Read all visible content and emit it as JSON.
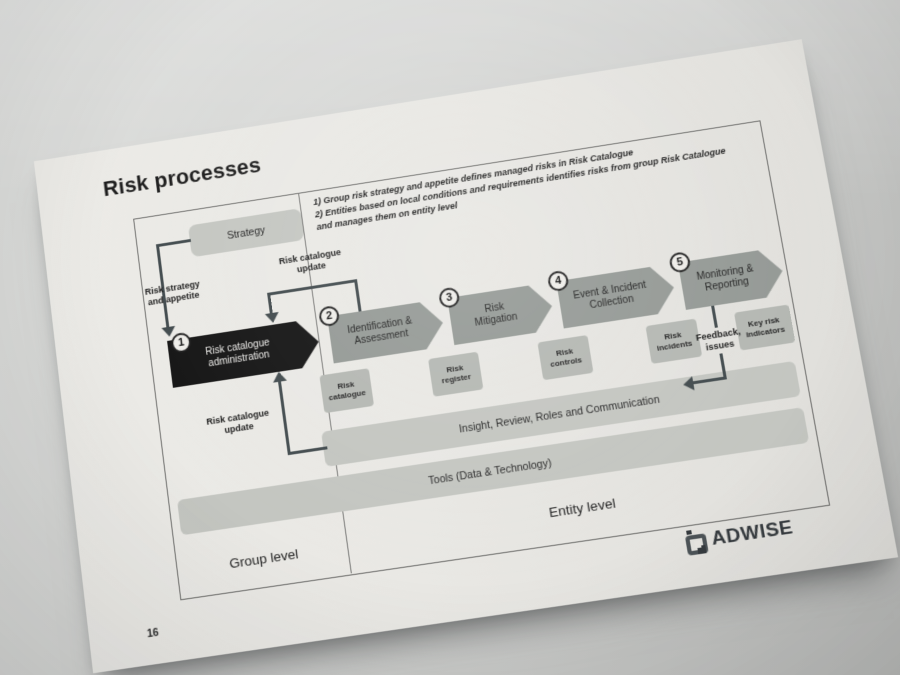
{
  "slide": {
    "title": "Risk processes",
    "page_number": "16",
    "notes": {
      "lines": [
        "1) Group risk strategy and appetite defines managed risks in Risk Catalogue",
        "2) Entities based on local conditions and requirements identifies risks from group Risk Catalogue",
        "and manages them on entity level"
      ]
    },
    "strategy_label": "Strategy",
    "labels": {
      "risk_strategy_appetite": "Risk strategy\nand appetite",
      "risk_catalogue_update_top": "Risk catalogue\nupdate",
      "risk_catalogue_update_bottom": "Risk catalogue\nupdate",
      "feedback_issues": "Feedback,\nissues"
    },
    "steps": [
      {
        "number": "1",
        "label": "Risk catalogue\nadministration",
        "highlighted": true
      },
      {
        "number": "2",
        "label": "Identification &\nAssessment",
        "highlighted": false
      },
      {
        "number": "3",
        "label": "Risk\nMitigation",
        "highlighted": false
      },
      {
        "number": "4",
        "label": "Event & Incident\nCollection",
        "highlighted": false
      },
      {
        "number": "5",
        "label": "Monitoring &\nReporting",
        "highlighted": false
      }
    ],
    "artifacts": [
      {
        "label": "Risk\ncatalogue"
      },
      {
        "label": "Risk\nregister"
      },
      {
        "label": "Risk\ncontrols"
      },
      {
        "label": "Risk\nincidents"
      },
      {
        "label": "Key risk\nindicators"
      }
    ],
    "bars": {
      "insight": "Insight, Review, Roles and Communication",
      "tools": "Tools (Data & Technology)"
    },
    "levels": {
      "group": "Group level",
      "entity": "Entity level"
    },
    "logo_text": "ADWISE",
    "colors": {
      "step_highlight": "#131313",
      "step_gray": "#969b97",
      "artifact_gray": "#b7bab5",
      "bar_gray": "#c6c8c3",
      "connector": "#414a4d",
      "paper": "#e9e8e4"
    }
  }
}
